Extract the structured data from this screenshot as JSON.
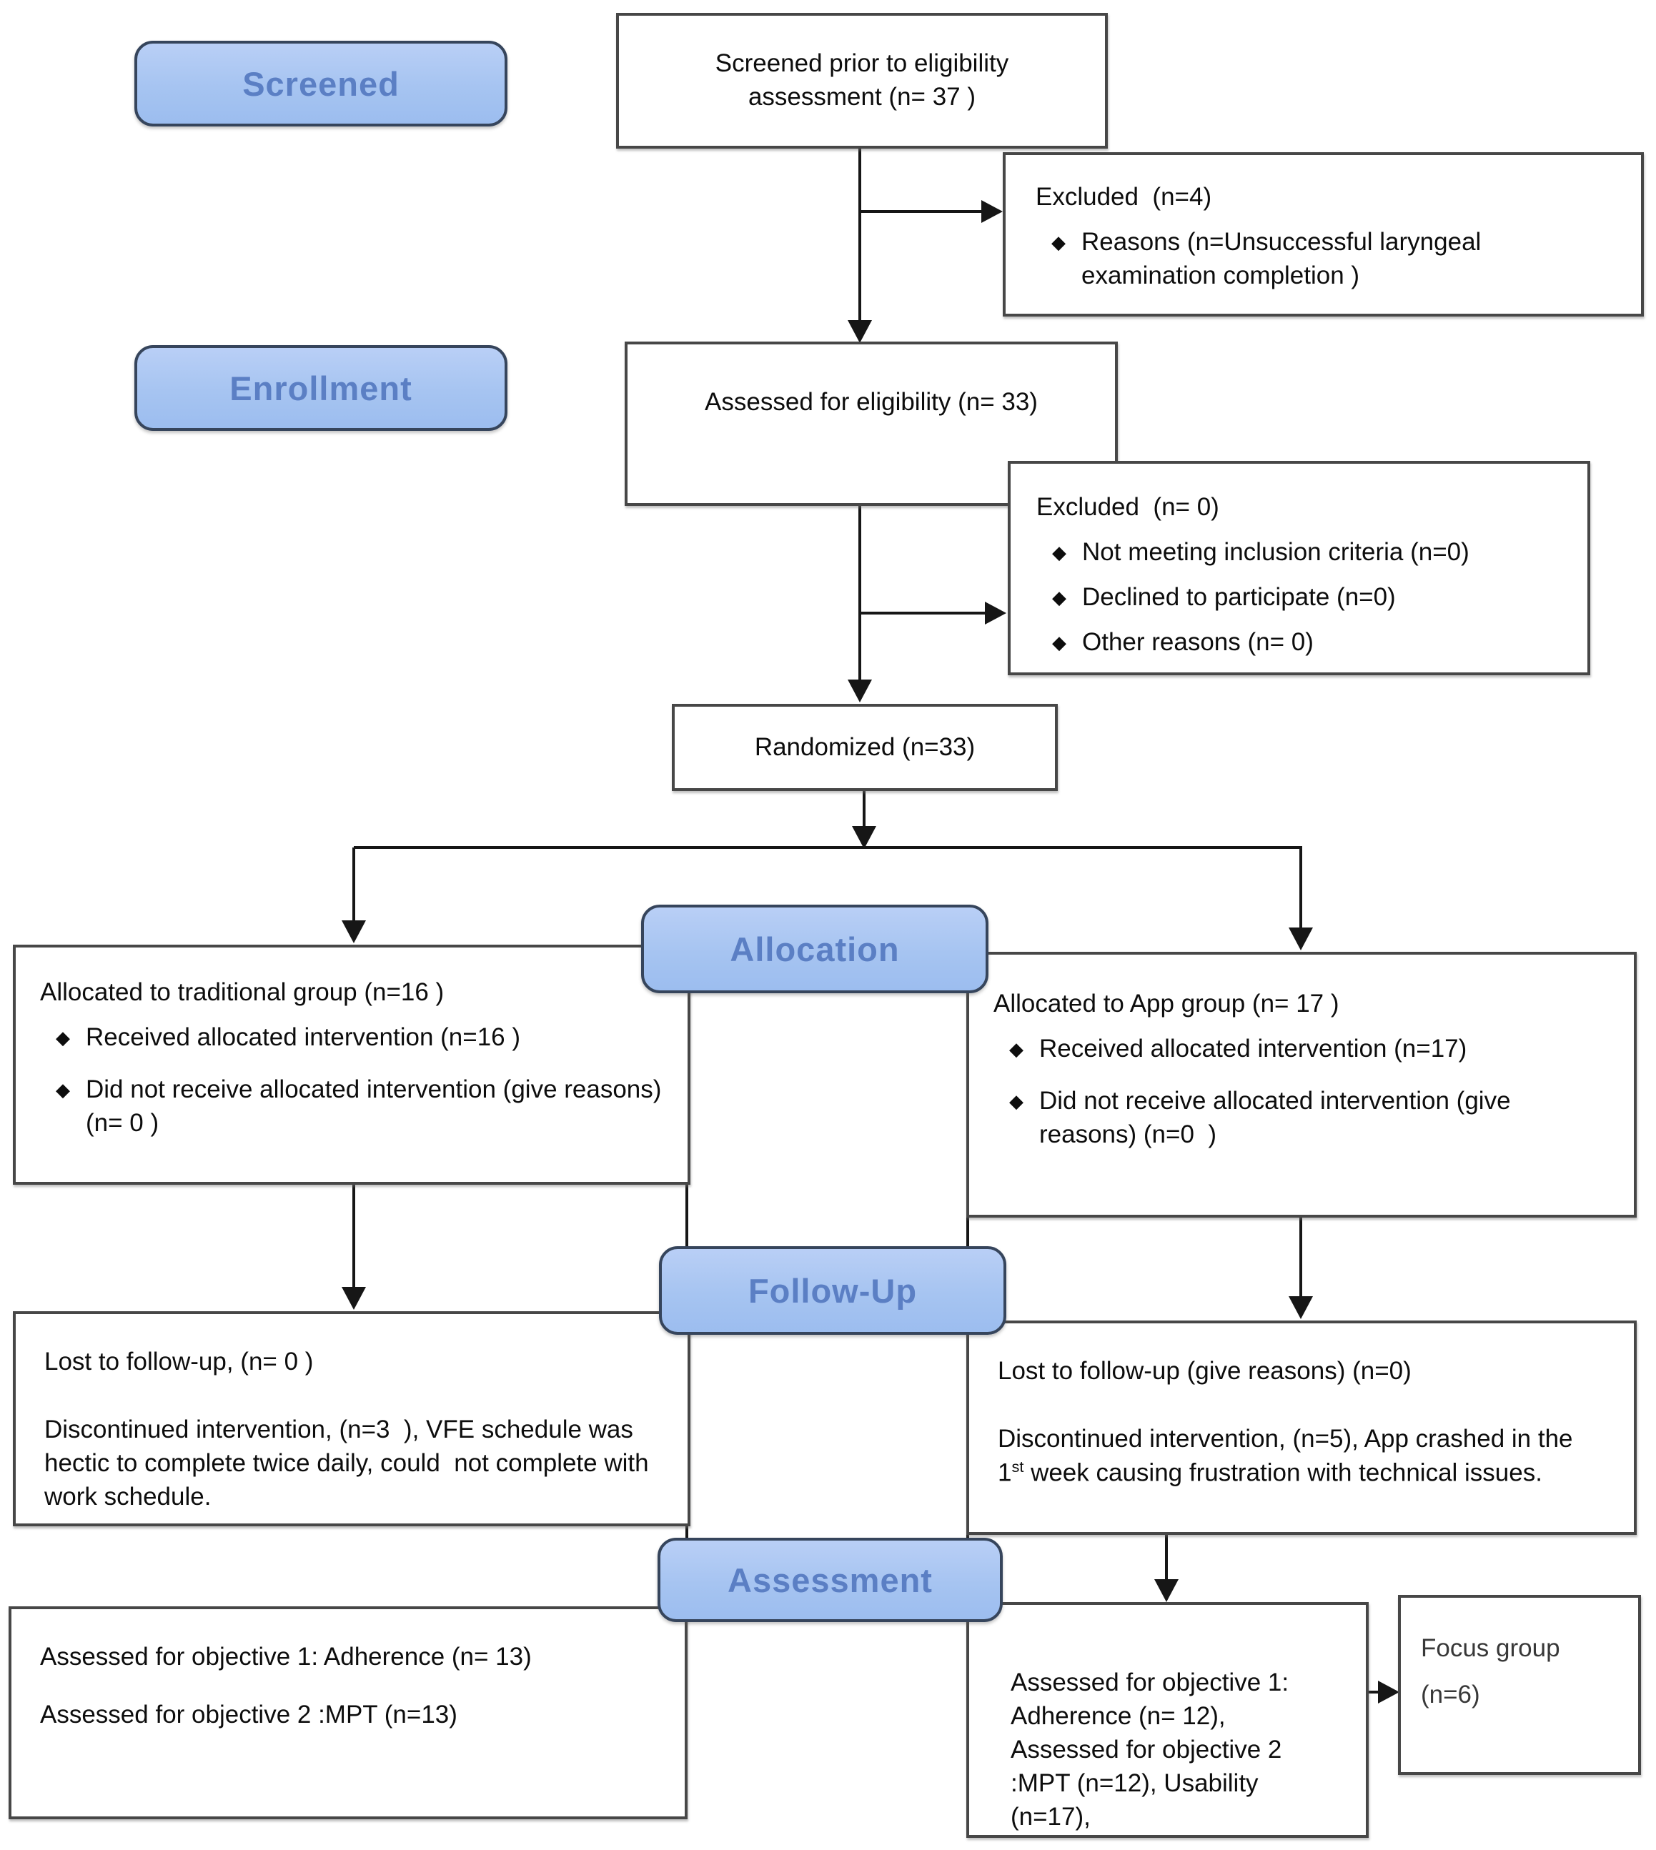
{
  "palette": {
    "badge_fill": "#a9c5f2",
    "badge_border": "#36455c",
    "badge_text": "#5b7fc4",
    "box_border": "#474747",
    "line_color": "#161616",
    "text_color": "#0d0d0d"
  },
  "badges": {
    "screened": "Screened",
    "enrollment": "Enrollment",
    "allocation": "Allocation",
    "followup": "Follow-Up",
    "assessment": "Assessment"
  },
  "boxes": {
    "screened_prior": {
      "text": "Screened prior to eligibility assessment (n= 37 )"
    },
    "excluded_screening": {
      "title": "Excluded  (n=4)",
      "bullets": [
        "Reasons (n=Unsuccessful laryngeal examination completion )"
      ]
    },
    "assessed_eligibility": {
      "text": "Assessed for eligibility (n= 33)"
    },
    "excluded_enrollment": {
      "title": "Excluded  (n= 0)",
      "bullets": [
        "Not meeting inclusion criteria (n=0)",
        "Declined to participate (n=0)",
        "Other reasons (n= 0)"
      ]
    },
    "randomized": {
      "text": "Randomized (n=33)"
    },
    "allocation_traditional": {
      "title": "Allocated to traditional group (n=16 )",
      "bullets": [
        "Received allocated intervention (n=16 )",
        "Did not receive allocated intervention (give reasons) (n= 0 )"
      ]
    },
    "allocation_app": {
      "title": "Allocated to App group (n= 17 )",
      "bullets": [
        "Received allocated intervention (n=17)",
        "Did not receive allocated intervention (give reasons) (n=0  )"
      ]
    },
    "followup_traditional": {
      "line1": "Lost to follow-up, (n= 0 )",
      "line2": "Discontinued intervention, (n=3  ), VFE schedule was hectic to complete twice daily, could  not complete with work schedule."
    },
    "followup_app": {
      "line1": "Lost to follow-up (give reasons) (n=0)",
      "line2_pre": "Discontinued intervention, (n=5), App crashed in the 1",
      "line2_sup": "st",
      "line2_post": " week causing frustration with technical issues."
    },
    "assessment_traditional": {
      "line1": "Assessed for objective 1: Adherence (n= 13)",
      "line2": "Assessed for objective 2 :MPT (n=13)"
    },
    "assessment_app": {
      "text": "Assessed for objective 1: Adherence (n= 12), Assessed for objective 2 :MPT (n=12), Usability (n=17),"
    },
    "focus_group": {
      "line1": "Focus group",
      "line2": "(n=6)"
    }
  }
}
